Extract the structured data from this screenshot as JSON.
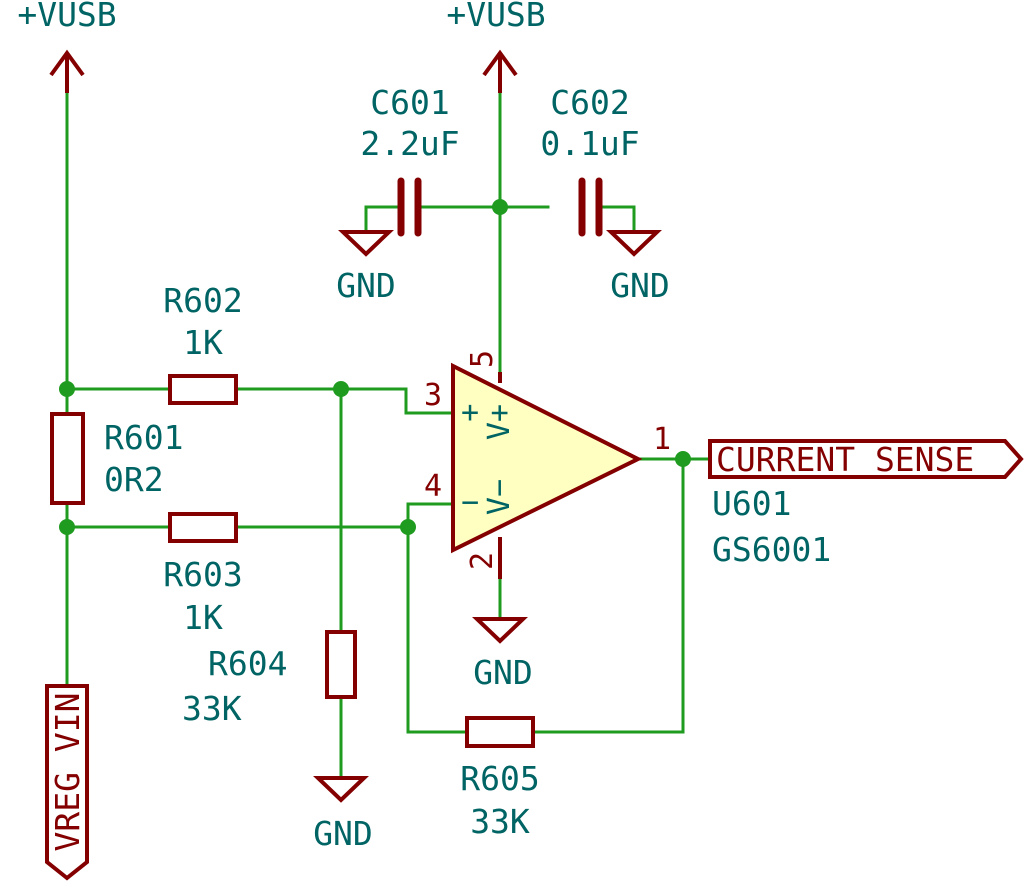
{
  "power": {
    "vusb_left": "+VUSB",
    "vusb_top": "+VUSB",
    "gnd_c601": "GND",
    "gnd_c602": "GND",
    "gnd_u601": "GND",
    "gnd_r604": "GND"
  },
  "components": {
    "c601": {
      "ref": "C601",
      "value": "2.2uF"
    },
    "c602": {
      "ref": "C602",
      "value": "0.1uF"
    },
    "r601": {
      "ref": "R601",
      "value": "0R2"
    },
    "r602": {
      "ref": "R602",
      "value": "1K"
    },
    "r603": {
      "ref": "R603",
      "value": "1K"
    },
    "r604": {
      "ref": "R604",
      "value": "33K"
    },
    "r605": {
      "ref": "R605",
      "value": "33K"
    },
    "u601": {
      "ref": "U601",
      "value": "GS6001",
      "pins": {
        "out": "1",
        "gnd": "2",
        "in_plus": "3",
        "in_minus": "4",
        "vcc": "5"
      },
      "pin_names": {
        "plus": "+",
        "minus": "−",
        "vplus": "V+",
        "vminus": "V−"
      }
    }
  },
  "nets": {
    "current_sense": "CURRENT_SENSE",
    "vreg_vin": "VREG_VIN"
  },
  "colors": {
    "wire": "#1f9b1f",
    "component": "#840000",
    "opamp_fill": "#ffffc2",
    "label": "#006464"
  }
}
